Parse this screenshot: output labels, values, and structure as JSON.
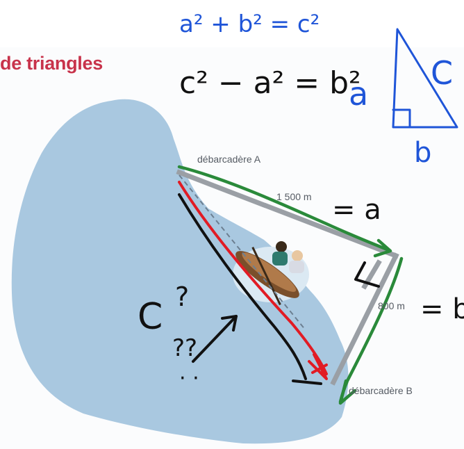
{
  "heading": "de triangles",
  "labels": {
    "point_a": "débarcadère A",
    "point_b": "débarcadère B",
    "distance_a": "1 500 m",
    "distance_b": "800 m"
  },
  "annotations": {
    "formula_1": "a² + b² = c²",
    "formula_2": "c² − a² = b²",
    "eq_a": "= a",
    "eq_b": "= b",
    "side_c": "C",
    "question_marks": "?",
    "question_marks_double": "??",
    "dots": "· ·",
    "small_triangle": {
      "side_a": "a",
      "side_b": "b",
      "side_c": "C"
    }
  },
  "colors": {
    "heading": "#c8334b",
    "lake": "#a9c8e0",
    "ink_blue": "#1f55d8",
    "ink_green": "#2a8a3a",
    "ink_red": "#e11b24",
    "ink_black": "#111111",
    "pontoon": "#9a9fa5"
  }
}
